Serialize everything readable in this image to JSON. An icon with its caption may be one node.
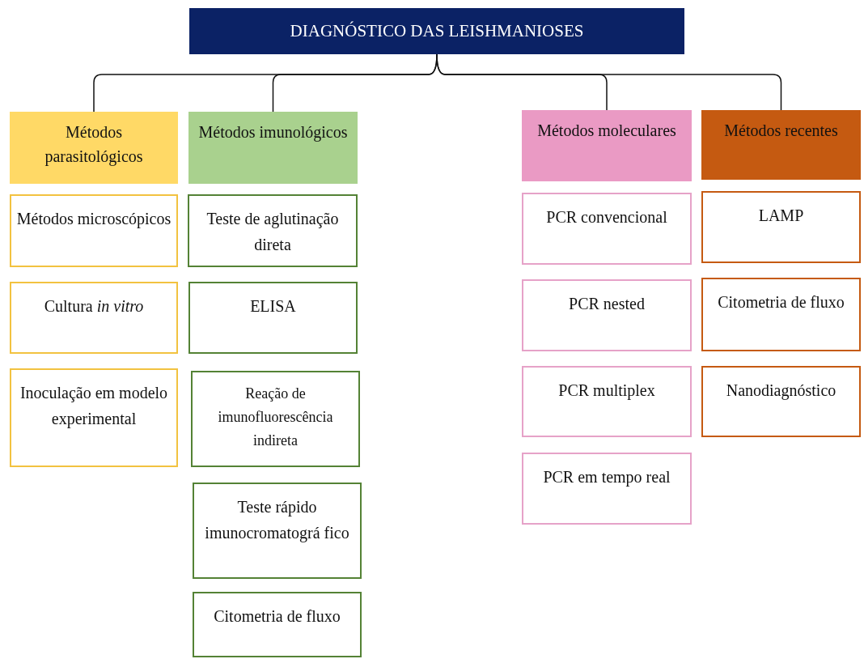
{
  "diagram": {
    "nodes": [
      {
        "text": [
          "DIAGNÓSTICO DAS LEISHMANIOSES"
        ]
      },
      {
        "text": [
          "Métodos parasitológicos"
        ]
      },
      {
        "text": [
          "Métodos imunológicos"
        ]
      },
      {
        "text": [
          "Métodos moleculares"
        ]
      },
      {
        "text": [
          "Métodos recentes"
        ]
      },
      {
        "text": [
          "Métodos microscópicos"
        ]
      },
      {
        "text": [
          "Cultura *in vitro*"
        ]
      },
      {
        "text": [
          "Inoculação em modelo experimental"
        ]
      },
      {
        "text": [
          "Teste de aglutinação direta"
        ]
      },
      {
        "text": [
          "ELISA"
        ]
      },
      {
        "text": [
          "Reação de imunofluorescência indireta"
        ]
      },
      {
        "text": [
          "Teste rápido imunocromatográ fico"
        ]
      },
      {
        "text": [
          "Citometria de fluxo"
        ]
      },
      {
        "text": [
          "PCR convencional"
        ]
      },
      {
        "text": [
          "PCR nested"
        ]
      },
      {
        "text": [
          "PCR multiplex"
        ]
      },
      {
        "text": [
          "PCR em tempo real"
        ]
      },
      {
        "text": [
          "LAMP"
        ]
      },
      {
        "text": [
          "Citometria de fluxo"
        ]
      },
      {
        "text": [
          "Nanodiagnóstico"
        ]
      }
    ],
    "edges": [
      {
        "from": 0,
        "to": 1,
        "arrow": "none"
      },
      {
        "from": 0,
        "to": 2,
        "arrow": "none"
      },
      {
        "from": 0,
        "to": 3,
        "arrow": "none"
      },
      {
        "from": 0,
        "to": 4,
        "arrow": "none"
      }
    ]
  }
}
